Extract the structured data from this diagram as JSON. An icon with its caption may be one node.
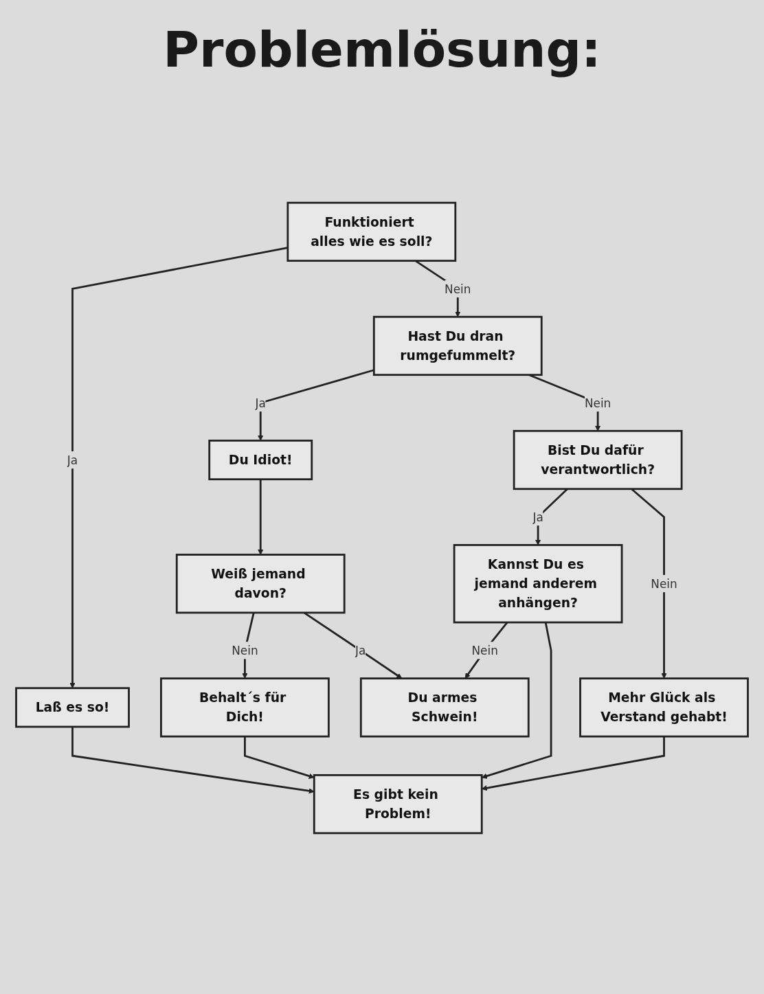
{
  "diagram": {
    "title": "Problemlösung:",
    "nodes": [
      {
        "text": [
          "Funktioniert alles wie es soll?"
        ]
      },
      {
        "text": [
          "Laß es so!"
        ]
      },
      {
        "text": [
          "Hast Du dran rumgefummelt?"
        ]
      },
      {
        "text": [
          "Weiß jemand davon?"
        ]
      },
      {
        "text": [
          "Du Idiot!"
        ]
      },
      {
        "text": [
          "Bist Du dafür verantwortlich?"
        ]
      },
      {
        "text": [
          "Behalt´s für Dich!"
        ]
      },
      {
        "text": [
          "Du armes Schwein!"
        ]
      },
      {
        "text": [
          "Mehr Glück als Verstand gehabt!"
        ]
      },
      {
        "text": [
          "Kannst Du es jemand anderem anhängen?"
        ]
      },
      {
        "text": [
          "Es gibt kein Problem!"
        ]
      }
    ],
    "edges": [
      {
        "from": 0,
        "to": 1,
        "arrow": "to",
        "label": "Ja"
      },
      {
        "from": 0,
        "to": 2,
        "arrow": "to",
        "label": "Nein"
      },
      {
        "from": 2,
        "to": 4,
        "arrow": "to",
        "label": "Ja"
      },
      {
        "from": 2,
        "to": 5,
        "arrow": "to",
        "label": "Nein"
      },
      {
        "from": 4,
        "to": 3,
        "arrow": "to"
      },
      {
        "from": 3,
        "to": 6,
        "arrow": "to",
        "label": "Nein"
      },
      {
        "from": 3,
        "to": 7,
        "arrow": "to",
        "label": "Ja"
      },
      {
        "from": 5,
        "to": 9,
        "arrow": "to",
        "label": "Ja"
      },
      {
        "from": 5,
        "to": 8,
        "arrow": "to",
        "label": "Nein"
      },
      {
        "from": 9,
        "to": 7,
        "arrow": "to",
        "label": "Nein"
      },
      {
        "from": 9,
        "to": 10,
        "arrow": "to"
      },
      {
        "from": 1,
        "to": 10,
        "arrow": "to"
      },
      {
        "from": 6,
        "to": 10,
        "arrow": "to"
      },
      {
        "from": 8,
        "to": 10,
        "arrow": "to"
      }
    ]
  }
}
